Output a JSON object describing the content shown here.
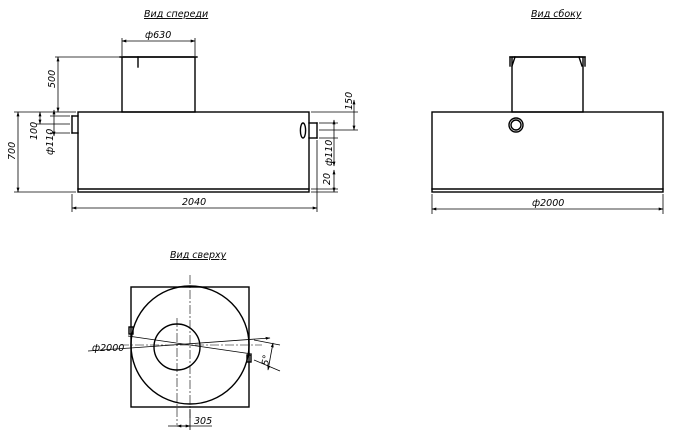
{
  "views": {
    "front": {
      "title": "Вид спереди"
    },
    "side": {
      "title": "Вид сбоку"
    },
    "top": {
      "title": "Вид сверху"
    }
  },
  "dimensions": {
    "front_neck_diameter": "ф630",
    "front_neck_height": "500",
    "front_total_height": "700",
    "front_inlet_offset": "100",
    "front_inlet_diameter": "ф110",
    "front_outlet_offset": "150",
    "front_outlet_diameter": "ф110",
    "front_bottom_offset": "20",
    "front_length": "2040",
    "side_diameter": "ф2000",
    "top_diameter": "ф2000",
    "top_angle": "5°",
    "top_neck_offset": "305"
  }
}
